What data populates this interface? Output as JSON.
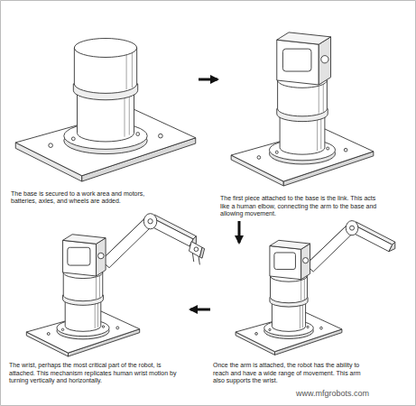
{
  "diagram": {
    "nodes": [
      {
        "text": [
          "The base is secured to a work area and motors, batteries, axles, and wheels are added."
        ]
      },
      {
        "text": [
          "The first piece attached to the base is the link. This acts like a human elbow, connecting the arm to the base and allowing movement."
        ]
      },
      {
        "text": [
          "The wrist, perhaps the most critical part of the robot, is attached. This mechanism replicates human wrist motion by turning vertically and horizontally."
        ]
      },
      {
        "text": [
          "Once the arm is attached, the robot has the ability to reach and have a wide range of movement. This arm also supports the wrist."
        ]
      }
    ],
    "edges": [
      {
        "from": 0,
        "to": 1,
        "arrow": "to"
      },
      {
        "from": 1,
        "to": 3,
        "arrow": "to"
      },
      {
        "from": 3,
        "to": 2,
        "arrow": "to"
      }
    ],
    "labels": [
      "www.mfgrobots.com"
    ]
  }
}
